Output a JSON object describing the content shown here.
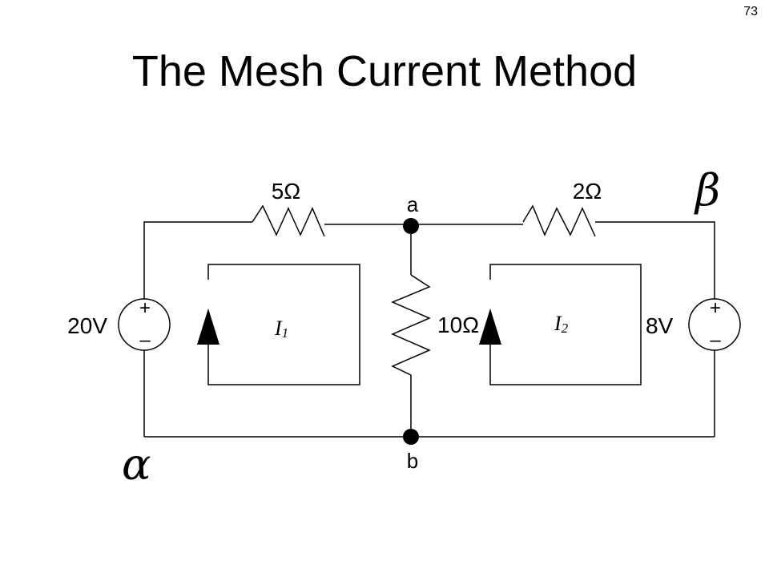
{
  "slide": {
    "page_number": "73",
    "title": "The Mesh Current Method"
  },
  "circuit": {
    "resistor_5": "5Ω",
    "resistor_2": "2Ω",
    "resistor_10": "10Ω",
    "source_left": "20V",
    "source_right": "8V",
    "node_a": "a",
    "node_b": "b",
    "mesh_1": "I",
    "mesh_1_sub": "1",
    "mesh_2": "I",
    "mesh_2_sub": "2",
    "label_alpha": "α",
    "label_beta": "β",
    "plus_sign": "+",
    "minus_sign": "–"
  }
}
